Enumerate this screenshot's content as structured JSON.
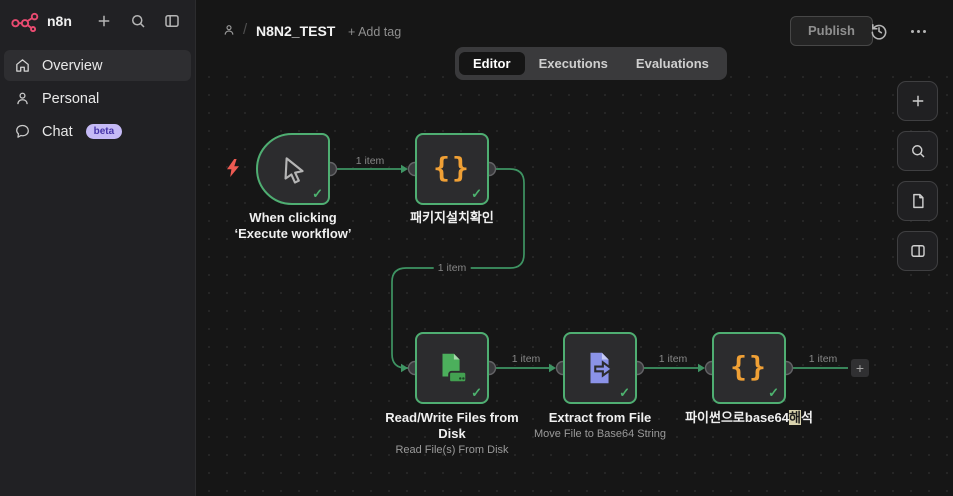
{
  "sidebar": {
    "logo_text": "n8n",
    "items": [
      {
        "label": "Overview"
      },
      {
        "label": "Personal"
      },
      {
        "label": "Chat",
        "badge": "beta"
      }
    ]
  },
  "header": {
    "workflow_title": "N8N2_TEST",
    "add_tag_label": "+ Add tag",
    "crumb_separator": "/",
    "publish_label": "Publish",
    "tabs": [
      {
        "label": "Editor",
        "active": true
      },
      {
        "label": "Executions",
        "active": false
      },
      {
        "label": "Evaluations",
        "active": false
      }
    ]
  },
  "canvas": {
    "connection_label": "1 item",
    "plus_hint": "+",
    "code_glyph": "{}",
    "check_glyph": "✓",
    "nodes": [
      {
        "name": "When clicking ‘Execute workflow’",
        "type": "manual-trigger",
        "status": "success"
      },
      {
        "name": "패키지설치확인",
        "type": "code",
        "status": "success"
      },
      {
        "name": "Read/Write Files from Disk",
        "subtitle": "Read File(s) From Disk",
        "type": "read-write-files",
        "status": "success"
      },
      {
        "name": "Extract from File",
        "subtitle": "Move File to Base64 String",
        "type": "extract-from-file",
        "status": "success"
      },
      {
        "name": "파이썬으로base64해석",
        "name_pre": "파이썬으로base64",
        "name_highlight": "해",
        "name_post": "석",
        "type": "code",
        "status": "success"
      }
    ]
  },
  "colors": {
    "brand_pink": "#EA4B71",
    "node_border_green": "#4FAE72",
    "connection_green": "#3E9463",
    "code_icon_orange": "#F0A035",
    "extract_icon_purple": "#8B93E8",
    "rw_icon_green": "#4CAF5C",
    "trigger_bolt_coral": "#ED5A52",
    "beta_badge_bg": "#C5BAF6",
    "beta_badge_text": "#4534A8",
    "canvas_bg": "#161616",
    "sidebar_bg": "#212124",
    "node_bg": "#2C2C2E"
  }
}
